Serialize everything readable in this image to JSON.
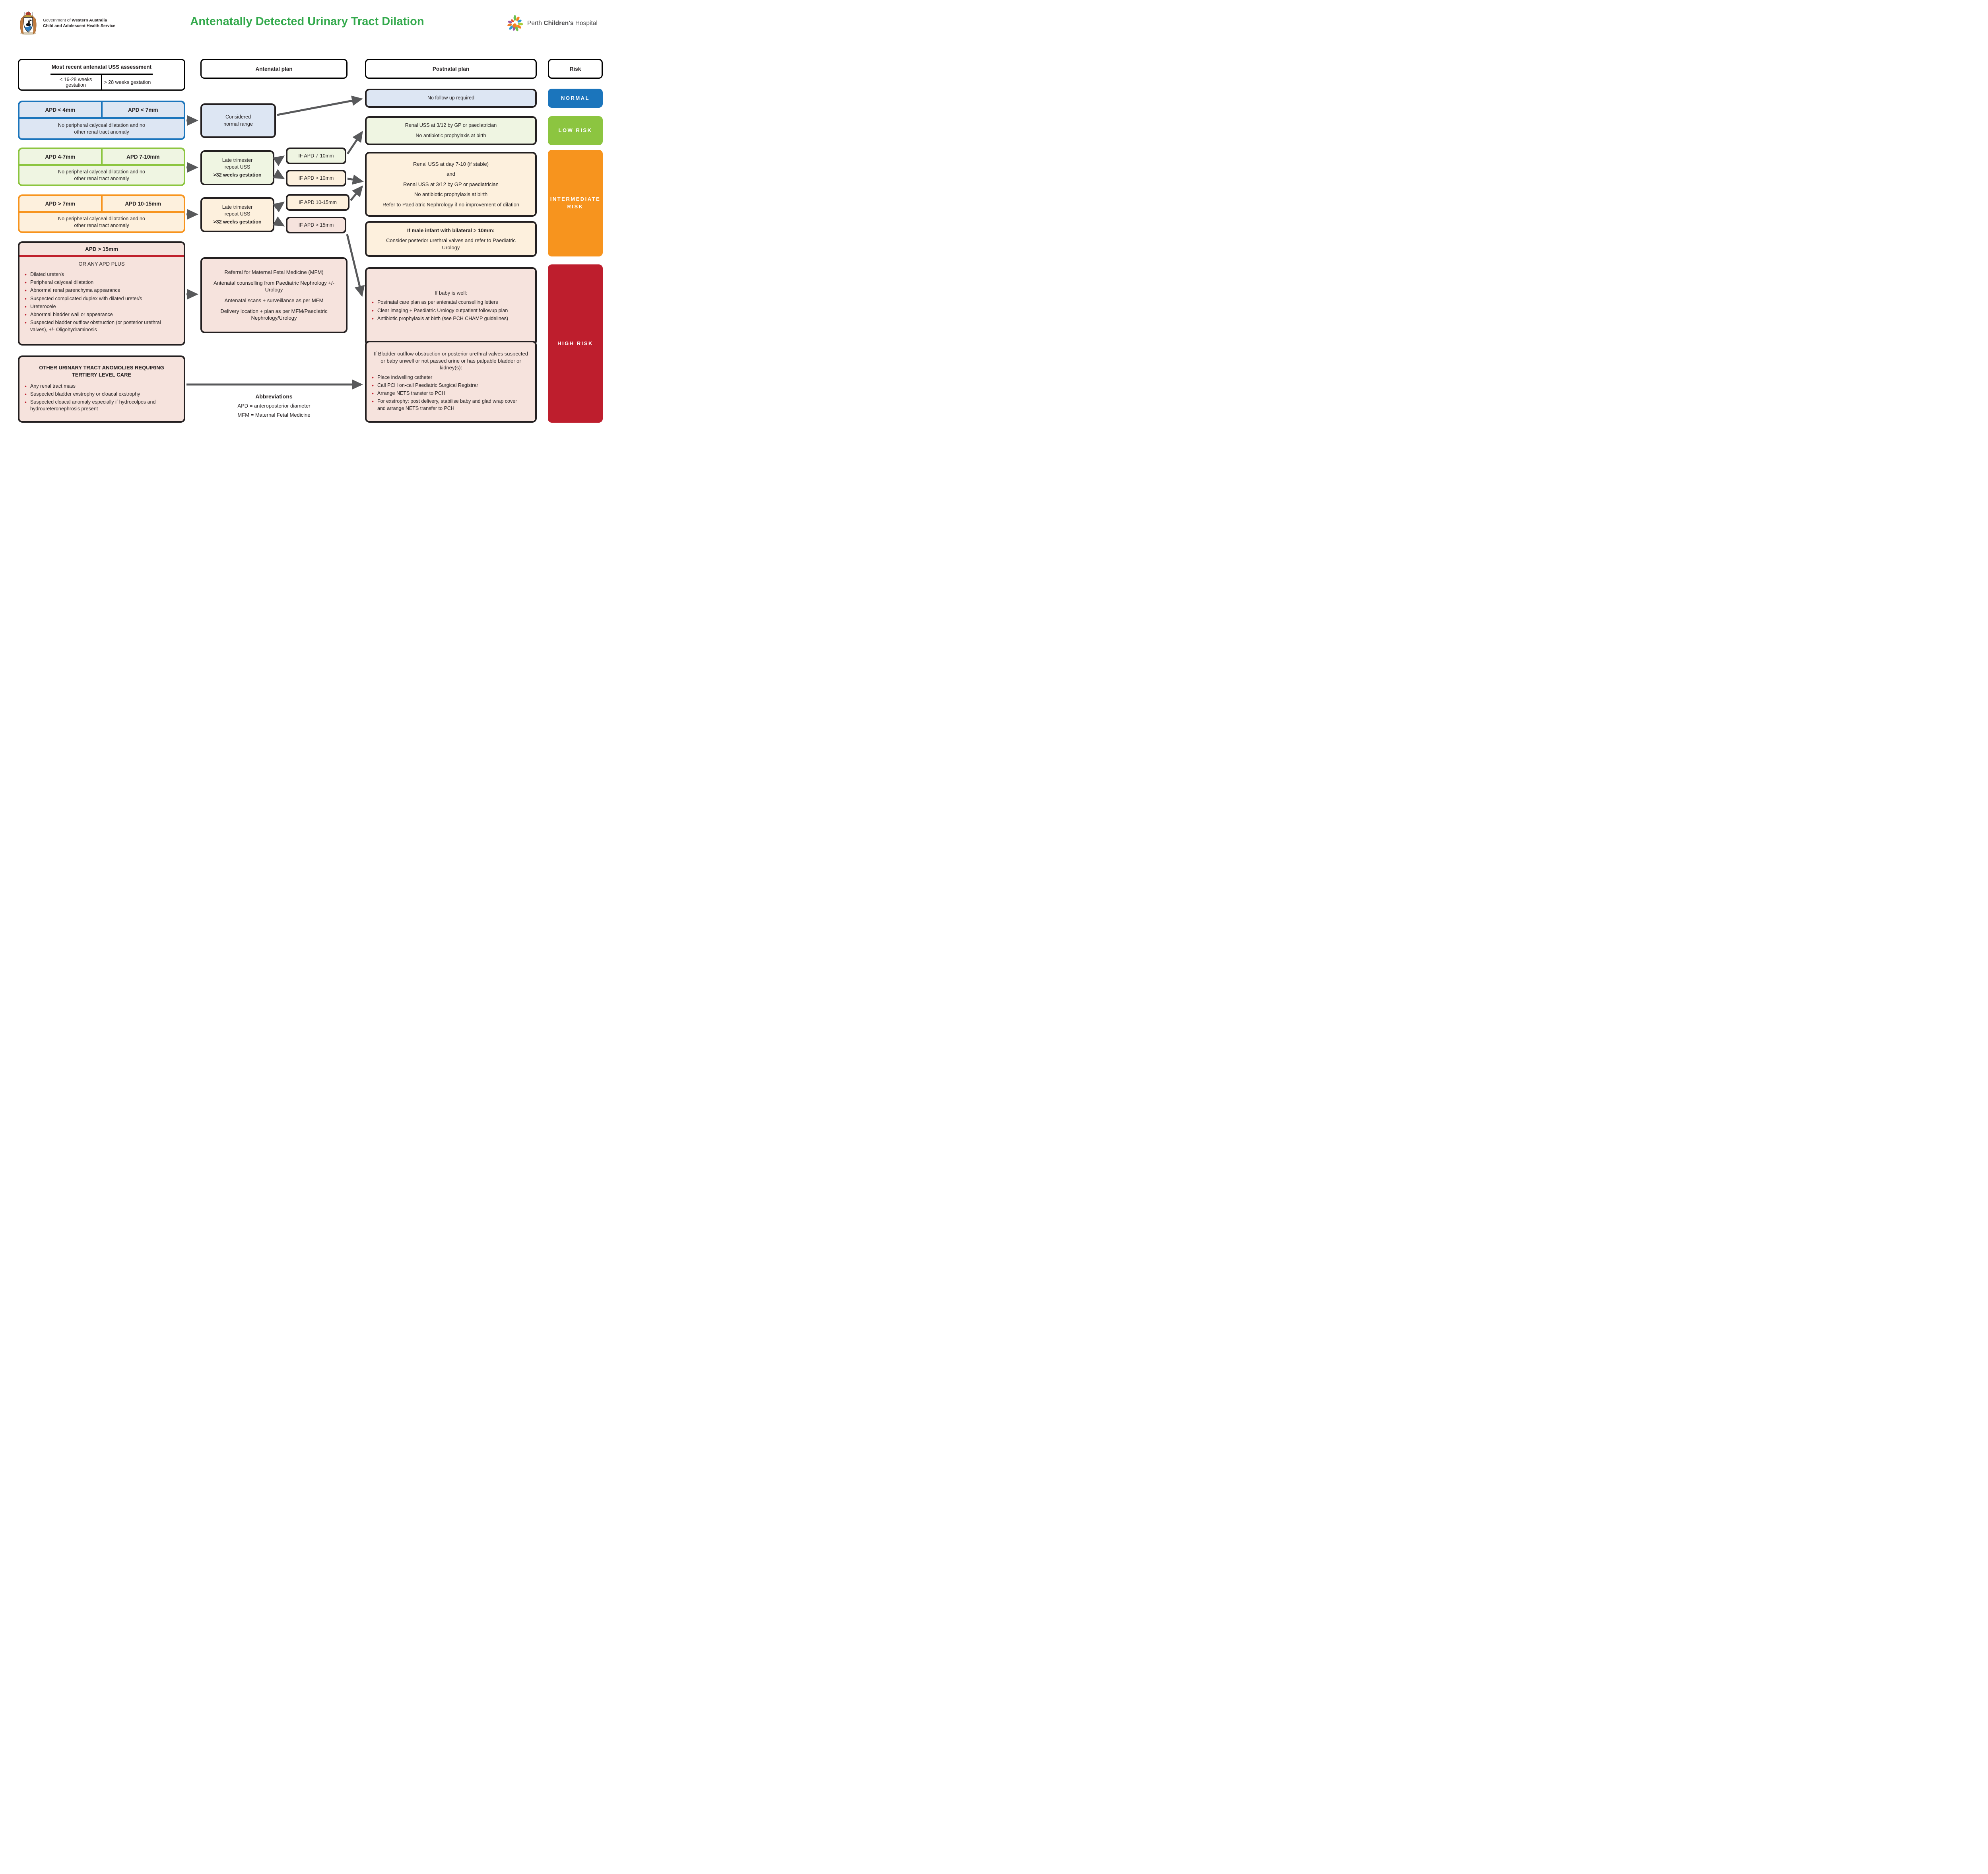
{
  "header": {
    "gov": {
      "line1_normal": "Government of ",
      "line1_bold": "Western Australia",
      "line2_bold": "Child and Adolescent Health Service"
    },
    "title": "Antenatally Detected Urinary Tract Dilation",
    "pch": {
      "word1": "Perth",
      "word2": "Children's",
      "word3": "Hospital"
    }
  },
  "column_headers": {
    "uss_title": "Most recent antenatal USS assessment",
    "uss_early": "< 16-28 weeks gestation",
    "uss_late": "> 28 weeks gestation",
    "antenatal": "Antenatal plan",
    "postnatal": "Postnatal plan",
    "risk": "Risk"
  },
  "uss_rows": {
    "normal": {
      "apd_early": "APD < 4mm",
      "apd_late": "APD < 7mm",
      "criteria": "No peripheral calyceal dilatation and no other renal tract anomaly"
    },
    "low": {
      "apd_early": "APD 4-7mm",
      "apd_late": "APD 7-10mm",
      "criteria": "No peripheral calyceal dilatation and no other renal tract anomaly"
    },
    "intermediate": {
      "apd_early": "APD > 7mm",
      "apd_late": "APD 10-15mm",
      "criteria": "No peripheral calyceal dilatation and no other renal tract anomaly"
    },
    "high": {
      "header": "APD > 15mm",
      "subheader": "OR ANY APD PLUS",
      "bullets": [
        "Dilated ureter/s",
        "Peripheral calyceal dilatation",
        "Abnormal renal parenchyma appearance",
        "Suspected complicated duplex with dilated ureter/s",
        "Ureterocele",
        "Abnormal bladder wall or appearance",
        "Suspected bladder outflow obstruction (or posterior urethral valves), +/- Oligohydraminosis"
      ]
    },
    "other": {
      "title": "OTHER URINARY TRACT ANOMOLIES REQUIRING TERTIERY LEVEL CARE",
      "bullets": [
        "Any renal tract mass",
        "Suspected bladder exstrophy or cloacal exstrophy",
        "Suspected cloacal anomaly especially if hydrocolpos and hydroureteronephrosis present"
      ]
    }
  },
  "antenatal_plans": {
    "normal": "Considered normal range",
    "low": {
      "text": "Late trimester repeat USS",
      "bold": ">32 weeks gestation"
    },
    "intermediate": {
      "text": "Late trimester repeat USS",
      "bold": ">32 weeks gestation"
    },
    "high": {
      "lines": [
        "Referral for Maternal Fetal Medicine (MFM)",
        "Antenatal counselling from Paediatric Nephrology +/- Urology",
        "Antenatal scans + surveillance as per MFM",
        "Delivery location + plan as per MFM/Paediatric Nephrology/Urology"
      ]
    }
  },
  "decision_boxes": {
    "apd_7_10": "IF APD 7-10mm",
    "apd_gt_10": "IF APD > 10mm",
    "apd_10_15": "IF APD 10-15mm",
    "apd_gt_15": "IF APD > 15mm"
  },
  "postnatal_plans": {
    "normal": "No follow up required",
    "low": {
      "line1": "Renal USS at 3/12 by GP or paediatrician",
      "line2": "No antibiotic prophylaxis at birth"
    },
    "intermediate": {
      "lines": [
        "Renal USS at day 7-10 (if stable)",
        "and",
        "Renal USS at 3/12 by GP or paediatrician",
        "No antibiotic prophylaxis at birth",
        "Refer to Paediatric Nephrology if no improvement of dilation"
      ]
    },
    "male_infant": {
      "title": "If male infant with bilateral > 10mm:",
      "text": "Consider posterior urethral valves and refer to Paediatric Urology"
    },
    "baby_well": {
      "title": "If baby is well:",
      "bullets": [
        "Postnatal care plan as per antenatal counselling letters",
        "Clear imaging + Paediatric Urology outpatient followup plan",
        "Antibiotic prophylaxis at birth (see PCH CHAMP guidelines)"
      ]
    },
    "bladder": {
      "title": "If Bladder outflow obstruction or posterior urethral valves suspected or baby unwell or not passed urine or has palpable bladder or kidney(s):",
      "bullets": [
        "Place indwelling catheter",
        "Call PCH on-call Paediatric Surgical Registrar",
        "Arrange NETS transter to PCH",
        "For exstrophy: post delivery, stabilise baby and glad wrap cover and arrange NETS transfer to PCH"
      ]
    }
  },
  "risk_labels": {
    "normal": "NORMAL",
    "low": "LOW RISK",
    "intermediate": "INTERMEDIATE RISK",
    "high": "HIGH RISK"
  },
  "abbreviations": {
    "title": "Abbreviations",
    "lines": [
      "APD = anteroposterior diameter",
      "MFM = Maternal Fetal Medicine"
    ]
  },
  "colors": {
    "blue": "#1b75bc",
    "green": "#8cc540",
    "orange": "#f7941e",
    "red": "#c0202c",
    "risk_red": "#be1e2d",
    "title_green": "#33a94c",
    "arrow_gray": "#58595b"
  }
}
